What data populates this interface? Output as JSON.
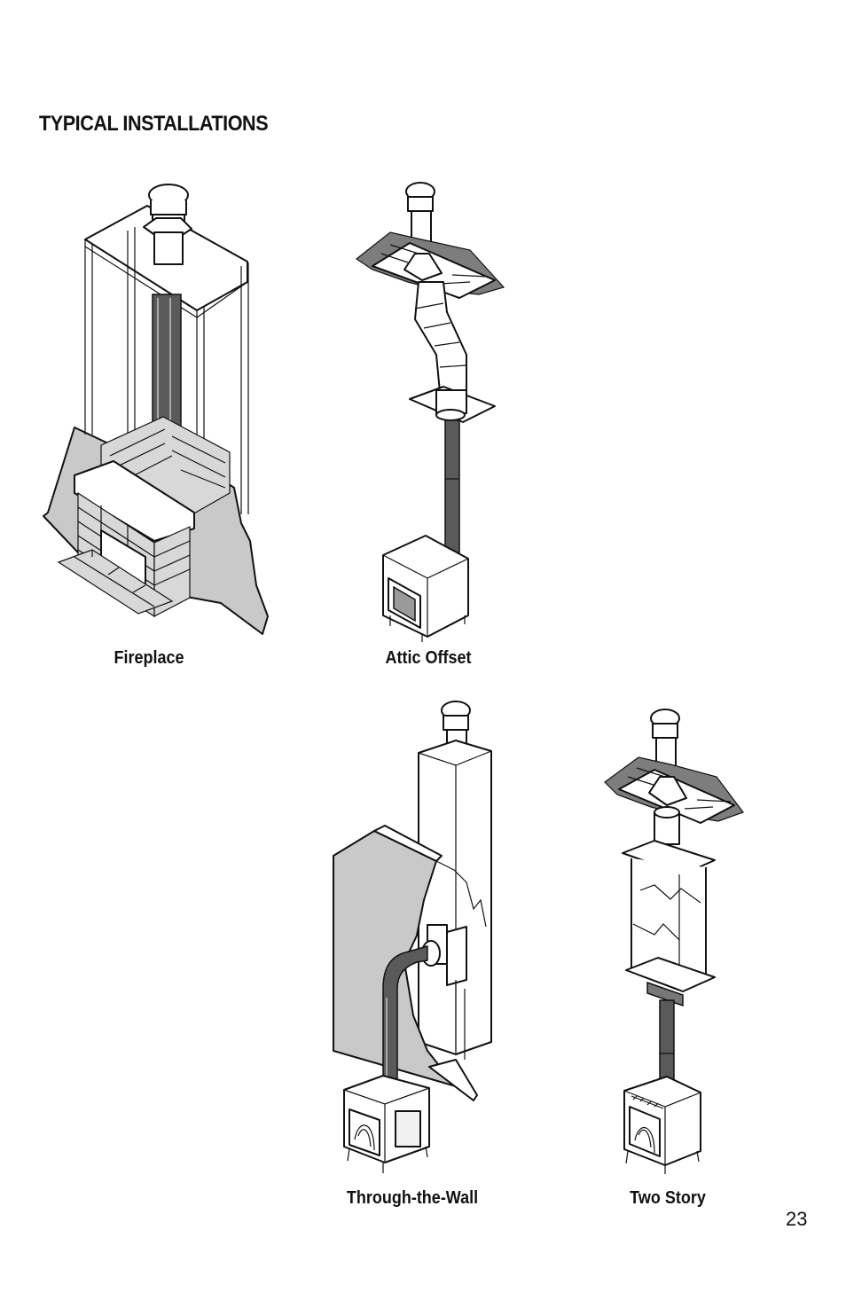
{
  "heading": "TYPICAL INSTALLATIONS",
  "figures": [
    {
      "id": "fireplace",
      "caption": "Fireplace"
    },
    {
      "id": "attic-offset",
      "caption": "Attic Offset"
    },
    {
      "id": "through-the-wall",
      "caption": "Through-the-Wall"
    },
    {
      "id": "two-story",
      "caption": "Two Story"
    }
  ],
  "page_number": "23"
}
